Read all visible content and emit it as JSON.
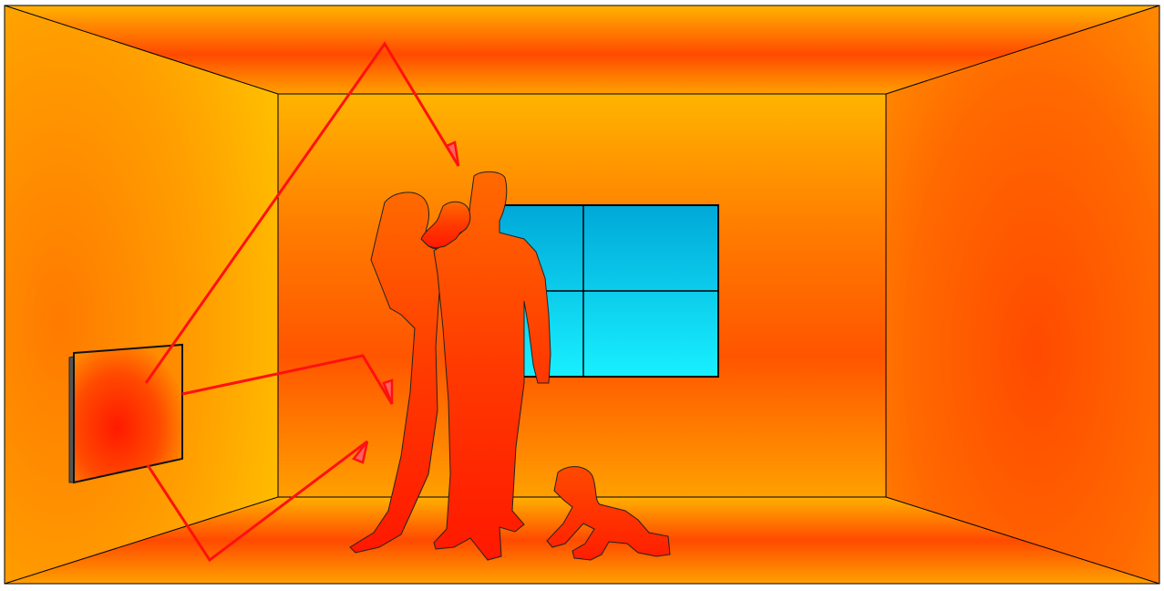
{
  "scene": {
    "colors": {
      "ceiling_edge": "#ffb400",
      "ceiling_mid": "#ff4a00",
      "back_wall_light": "#ffb000",
      "back_wall_dark": "#ff5500",
      "left_wall_light": "#ffb800",
      "left_wall_dark": "#ff7a00",
      "right_wall_light": "#ff8a00",
      "right_wall_dark": "#ff4a00",
      "floor_edge": "#ffb000",
      "floor_mid": "#ff4a00",
      "heater_core": "#ff1a00",
      "heater_edge": "#ff8c00",
      "window_top": "#00a8d8",
      "window_bottom": "#18f0ff",
      "ray": "#ff1010",
      "silhouette_top": "#ff6a00",
      "silhouette_bottom": "#ff1800",
      "outline": "#000000"
    },
    "icons": [
      "radiant-heater-panel",
      "window",
      "adult-silhouette",
      "child-silhouette",
      "crawling-baby-silhouette",
      "heat-ray-arrow"
    ]
  }
}
